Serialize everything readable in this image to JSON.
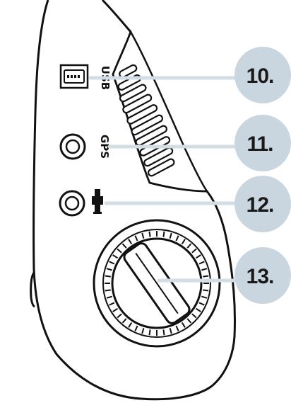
{
  "figure": {
    "colors": {
      "outline": "#111111",
      "callout_circle": "#c9d6df",
      "leader_line": "#d2dde4",
      "background": "#ffffff"
    },
    "port_labels": {
      "usb": "USB",
      "gps": "GPS"
    },
    "icons": {
      "power_port": "power-plug-icon"
    },
    "callouts": [
      {
        "number": "10.",
        "target": "usb-port"
      },
      {
        "number": "11.",
        "target": "gps-port"
      },
      {
        "number": "12.",
        "target": "power-port"
      },
      {
        "number": "13.",
        "target": "mount-knob"
      }
    ]
  }
}
